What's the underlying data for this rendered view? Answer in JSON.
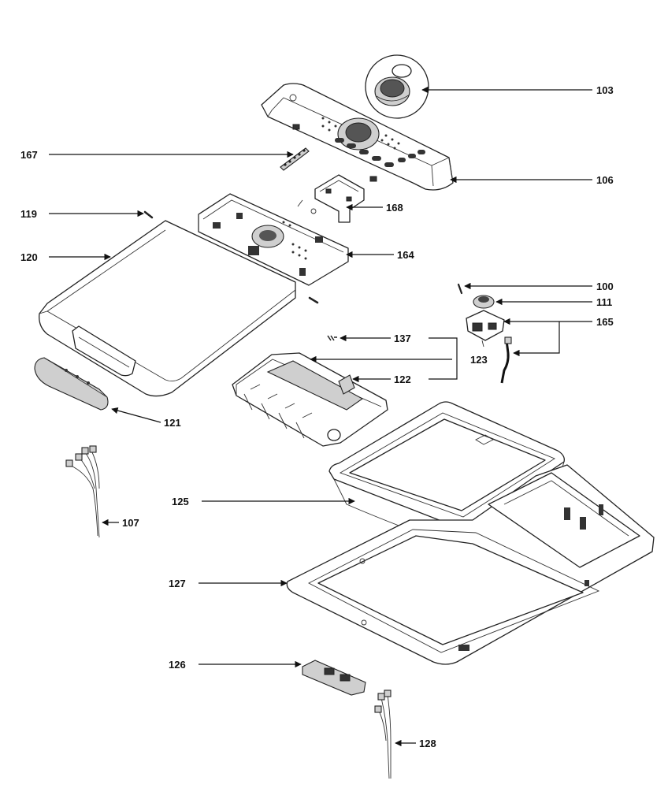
{
  "labels": {
    "p103": "103",
    "p106": "106",
    "p167": "167",
    "p168": "168",
    "p119": "119",
    "p164": "164",
    "p120": "120",
    "p100": "100",
    "p111": "111",
    "p165": "165",
    "p137": "137",
    "p123": "123",
    "p122": "122",
    "p121": "121",
    "p125": "125",
    "p107": "107",
    "p127": "127",
    "p126": "126",
    "p128": "128"
  }
}
